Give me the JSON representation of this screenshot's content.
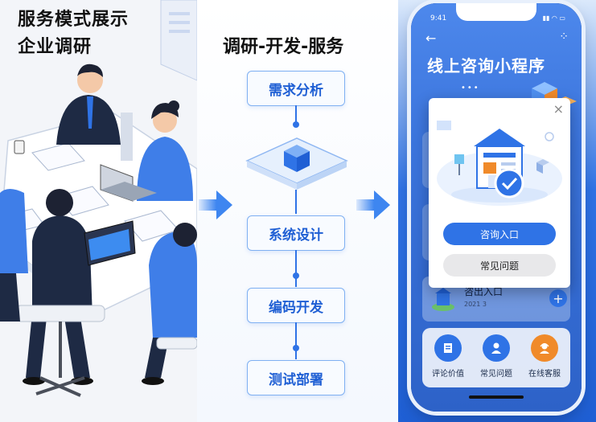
{
  "left": {
    "title_line1": "服务模式展示",
    "title_line2": "企业调研"
  },
  "middle": {
    "heading": "调研-开发-服务",
    "steps": [
      "需求分析",
      "系统设计",
      "编码开发",
      "测试部署"
    ]
  },
  "phone": {
    "status_time": "9:41",
    "app_title": "线上咨询小程序",
    "modal": {
      "primary_button": "咨询入口",
      "secondary_button": "常见问题"
    },
    "card_entry": {
      "title": "咨出入口",
      "meta": "2021 3"
    },
    "bottom_nav": [
      "评论价值",
      "常见问题",
      "在线客服"
    ]
  },
  "colors": {
    "accent": "#2f73e6",
    "orange": "#f08a2a"
  }
}
